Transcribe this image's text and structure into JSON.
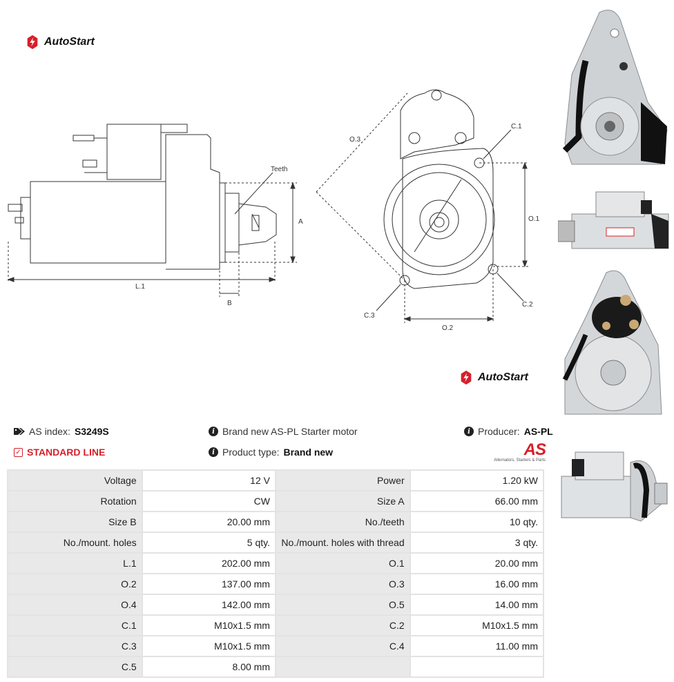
{
  "brand": {
    "logo_text": "AutoStart",
    "accent": "#d6202a"
  },
  "diagram": {
    "labels": {
      "teeth": "Teeth",
      "a": "A",
      "b": "B",
      "l1": "L.1",
      "o3": "O.3",
      "c1": "C.1",
      "o1": "O.1",
      "c3": "C.3",
      "o2": "O.2",
      "c2": "C.2"
    }
  },
  "info": {
    "as_index_label": "AS index:",
    "as_index_value": "S3249S",
    "line": "STANDARD LINE",
    "description": "Brand new AS-PL Starter motor",
    "product_type_label": "Product type:",
    "product_type_value": "Brand new",
    "producer_label": "Producer:",
    "producer_value": "AS-PL",
    "as_logo_text": "AS",
    "as_logo_tagline": "Alternators, Starters & Parts"
  },
  "specs": [
    [
      "Voltage",
      "12 V",
      "Power",
      "1.20 kW"
    ],
    [
      "Rotation",
      "CW",
      "Size A",
      "66.00 mm"
    ],
    [
      "Size B",
      "20.00 mm",
      "No./teeth",
      "10 qty."
    ],
    [
      "No./mount. holes",
      "5 qty.",
      "No./mount. holes with thread",
      "3 qty."
    ],
    [
      "L.1",
      "202.00 mm",
      "O.1",
      "20.00 mm"
    ],
    [
      "O.2",
      "137.00 mm",
      "O.3",
      "16.00 mm"
    ],
    [
      "O.4",
      "142.00 mm",
      "O.5",
      "14.00 mm"
    ],
    [
      "C.1",
      "M10x1.5 mm",
      "C.2",
      "M10x1.5 mm"
    ],
    [
      "C.3",
      "M10x1.5 mm",
      "C.4",
      "11.00 mm"
    ],
    [
      "C.5",
      "8.00 mm",
      "",
      ""
    ]
  ]
}
